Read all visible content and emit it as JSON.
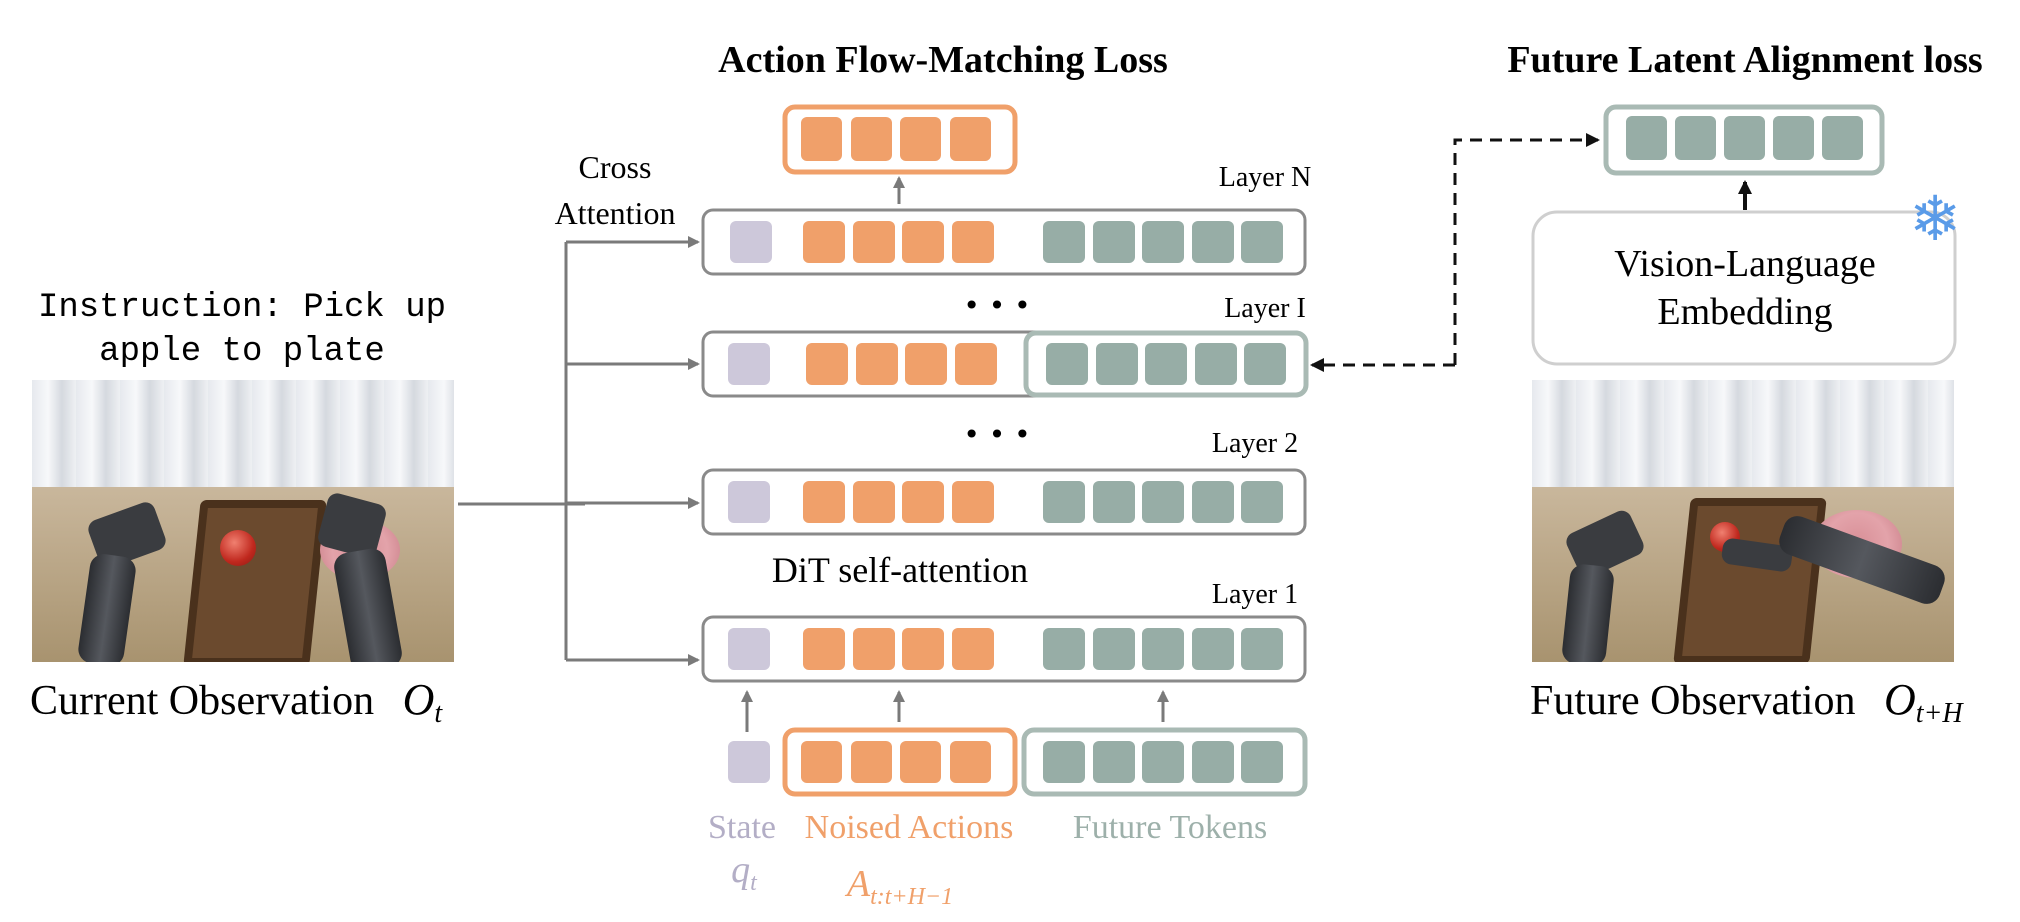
{
  "titles": {
    "left": "Action Flow-Matching Loss",
    "right": "Future Latent Alignment loss"
  },
  "left_panel": {
    "instruction_line1": "Instruction: Pick up",
    "instruction_line2": "apple to plate",
    "caption": "Current Observation",
    "caption_symbol": "O",
    "caption_sub": "t"
  },
  "right_panel": {
    "vle_line1": "Vision-Language",
    "vle_line2": "Embedding",
    "caption": "Future Observation",
    "caption_symbol": "O",
    "caption_sub": "t+H",
    "snowflake": "❄"
  },
  "center": {
    "cross_attention_line1": "Cross",
    "cross_attention_line2": "Attention",
    "layers": [
      "Layer N",
      "Layer I",
      "Layer 2",
      "Layer 1"
    ],
    "ellipsis": "• • •",
    "dit_label": "DiT self-attention",
    "legend": {
      "state": "State",
      "state_symbol": "q",
      "state_sub": "t",
      "noised": "Noised Actions",
      "noised_symbol": "A",
      "noised_sub": "t:t+H−1",
      "future": "Future Tokens"
    }
  },
  "colors": {
    "orange": "#F0A06A",
    "orange_border": "#F0A06A",
    "gray_token": "#97ADA6",
    "gray_border": "#A9BAB4",
    "state": "#CDC8DA",
    "frame": "#8A8A8A",
    "snowflake": "#5A9BE8",
    "state_text": "#B3AEC6",
    "noised_text": "#F0A06A",
    "future_text": "#9DB0AA"
  },
  "icons": {
    "snowflake": "snowflake-icon"
  }
}
